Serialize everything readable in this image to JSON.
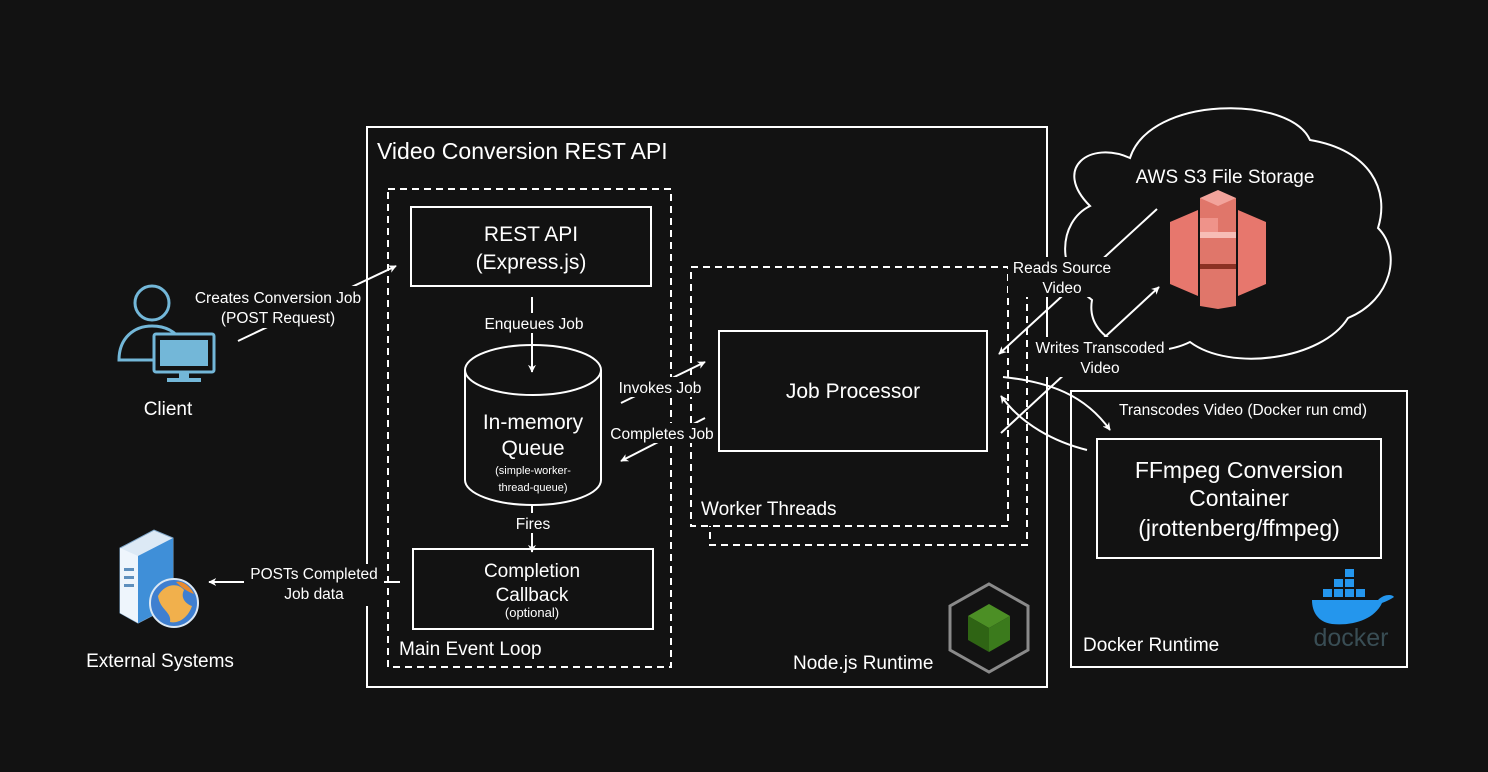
{
  "colors": {
    "background": "#121212",
    "foreground": "#ffffff",
    "client_icon": "#73b7d8",
    "s3": "#e7776d",
    "node_green": "#3b7a1c",
    "docker_blue": "#2496ed"
  },
  "containers": {
    "api": "Video Conversion REST API",
    "nodejs": "Node.js Runtime",
    "event_loop": "Main Event Loop",
    "worker": "Worker Threads",
    "docker": "Docker Runtime",
    "s3": "AWS S3 File Storage"
  },
  "nodes": {
    "client": "Client",
    "external": "External Systems",
    "rest_api": {
      "line1": "REST API",
      "line2": "(Express.js)"
    },
    "queue": {
      "line1": "In-memory",
      "line2": "Queue",
      "line3": "(simple-worker-",
      "line4": "thread-queue)"
    },
    "callback": {
      "line1": "Completion",
      "line2": "Callback",
      "line3": "(optional)"
    },
    "job_processor": "Job Processor",
    "ffmpeg": {
      "line1": "FFmpeg Conversion",
      "line2": "Container",
      "line3": "(jrottenberg/ffmpeg)"
    },
    "docker_logo_text": "docker"
  },
  "edges": {
    "create_job": {
      "line1": "Creates Conversion Job",
      "line2": "(POST Request)"
    },
    "enqueue": "Enqueues Job",
    "invokes": "Invokes Job",
    "completes": "Completes Job",
    "fires": "Fires",
    "posts": {
      "line1": "POSTs Completed",
      "line2": "Job data"
    },
    "reads": {
      "line1": "Reads Source",
      "line2": "Video"
    },
    "writes": {
      "line1": "Writes Transcoded",
      "line2": "Video"
    },
    "transcodes": "Transcodes Video (Docker run cmd)"
  },
  "icons": {
    "client": "user-computer-icon",
    "external": "server-globe-icon",
    "s3": "aws-s3-icon",
    "node": "nodejs-cube-icon",
    "docker": "docker-whale-icon"
  }
}
